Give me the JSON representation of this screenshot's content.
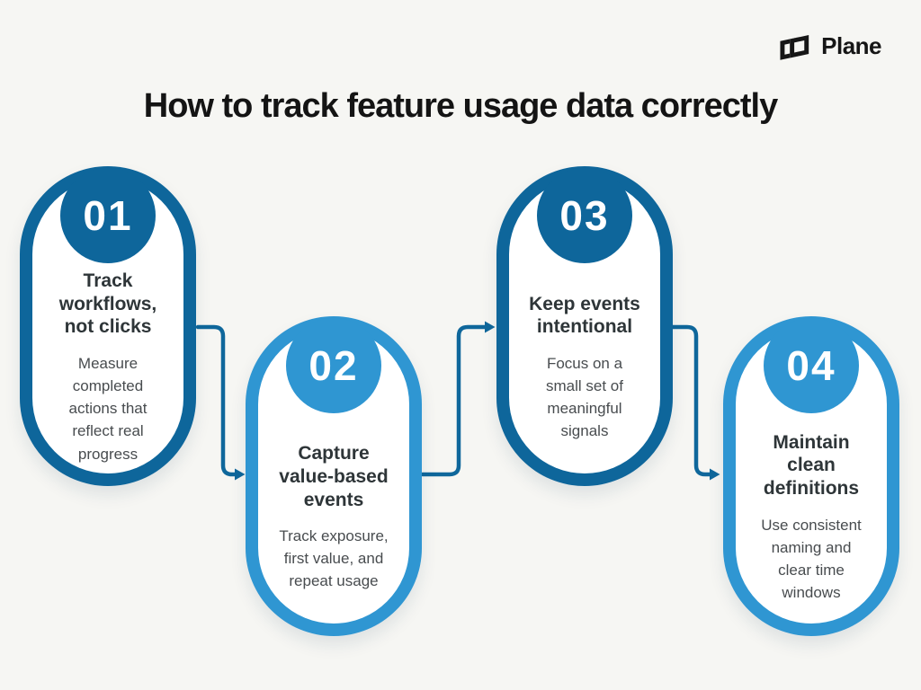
{
  "colors": {
    "bg": "#f6f6f3",
    "dark": "#0e669b",
    "light": "#2f96d2",
    "connector": "#0f679b",
    "ink": "#141414",
    "card-title": "#2e3538",
    "card-body": "#484c4f",
    "white": "#ffffff",
    "logo": "#161616"
  },
  "brand": {
    "name": "Plane",
    "icon": "plane-logo-icon"
  },
  "header": {
    "title": "How to track feature usage data correctly"
  },
  "steps": [
    {
      "number": "01",
      "title": "Track workflows, not clicks",
      "description": "Measure completed actions that reflect real progress",
      "theme": "dark"
    },
    {
      "number": "02",
      "title": "Capture value-based events",
      "description": "Track exposure, first value, and repeat usage",
      "theme": "light"
    },
    {
      "number": "03",
      "title": "Keep events intentional",
      "description": "Focus on a small set of meaningful signals",
      "theme": "dark"
    },
    {
      "number": "04",
      "title": "Maintain clean definitions",
      "description": "Use consistent naming and clear time windows",
      "theme": "light"
    }
  ],
  "connectors": [
    {
      "from": "01",
      "to": "02",
      "direction": "down"
    },
    {
      "from": "02",
      "to": "03",
      "direction": "up"
    },
    {
      "from": "03",
      "to": "04",
      "direction": "down"
    }
  ]
}
